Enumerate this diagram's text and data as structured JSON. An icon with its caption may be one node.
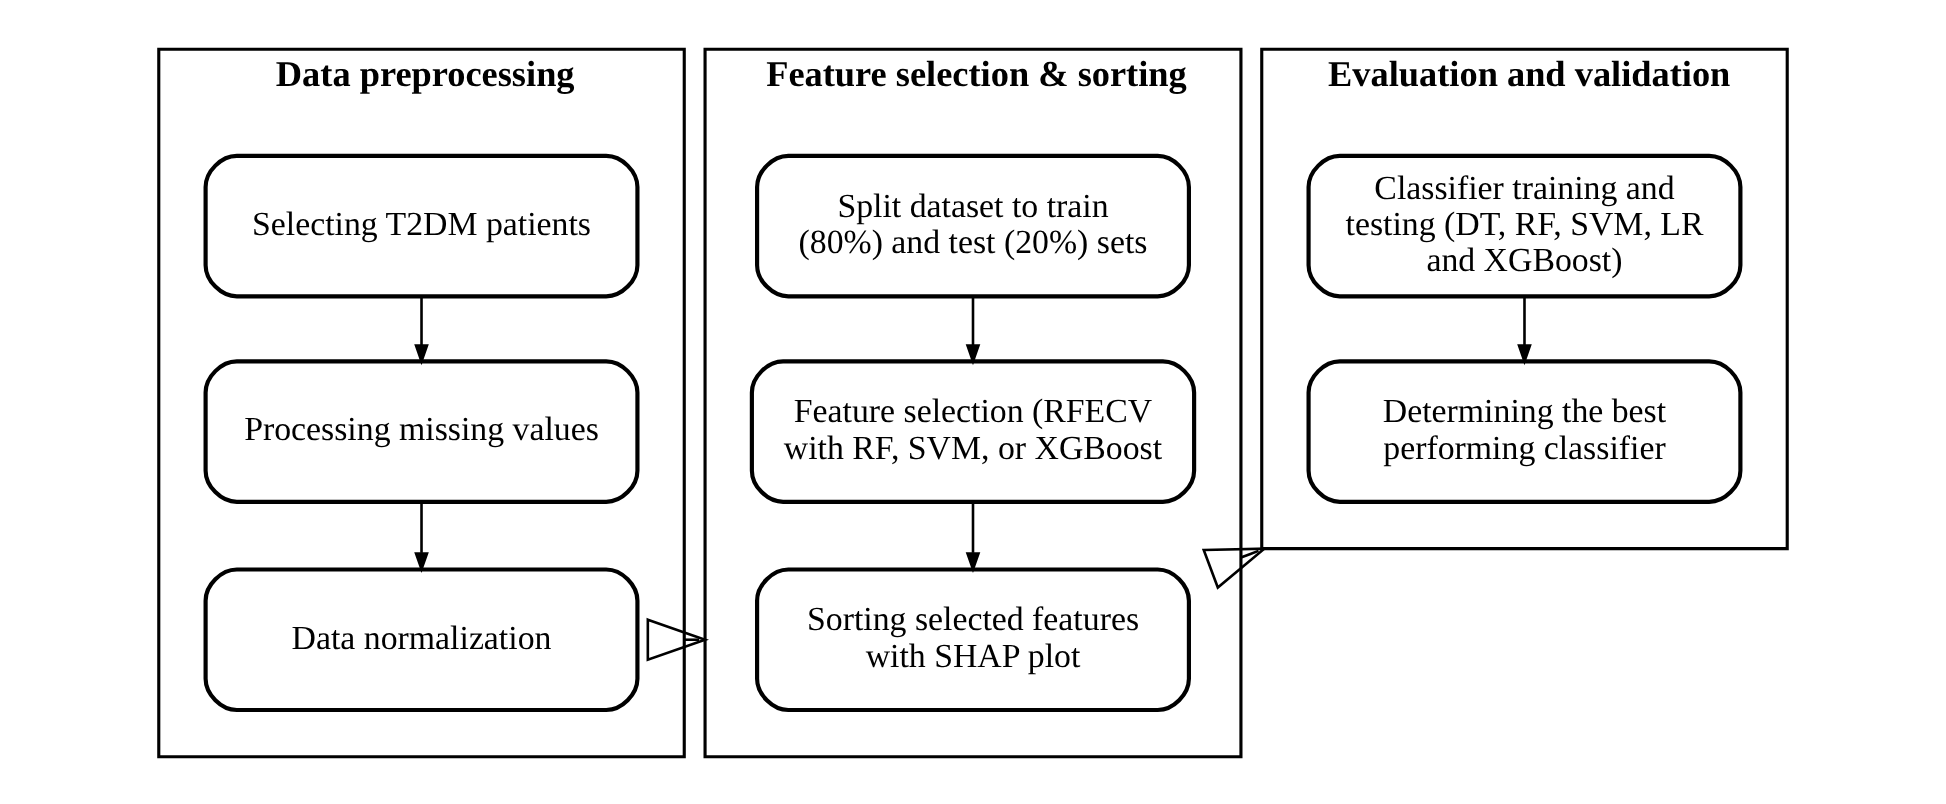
{
  "diagram": {
    "nodes": [
      {
        "text": [
          "Data preprocessing"
        ]
      },
      {
        "text": [
          "Selecting T2DM patients"
        ],
        "in": 0
      },
      {
        "text": [
          "Processing missing values"
        ],
        "in": 0
      },
      {
        "text": [
          "Data normalization"
        ],
        "in": 0
      },
      {
        "text": [
          "Feature selection & sorting"
        ]
      },
      {
        "text": [
          "Split dataset to train (80%) and test (20%) sets"
        ],
        "in": 4
      },
      {
        "text": [
          "Feature selection (RFECV with RF, SVM, or XGBoost"
        ],
        "in": 4
      },
      {
        "text": [
          "Sorting selected features with SHAP plot"
        ],
        "in": 4
      },
      {
        "text": [
          "Evaluation and validation"
        ]
      },
      {
        "text": [
          "Classifier training and testing (DT, RF, SVM, LR and XGBoost)"
        ],
        "in": 8
      },
      {
        "text": [
          "Determining the best performing classifier"
        ],
        "in": 8
      }
    ],
    "edges": [
      {
        "from": 1,
        "to": 2,
        "arrow": "to"
      },
      {
        "from": 2,
        "to": 3,
        "arrow": "to"
      },
      {
        "from": 0,
        "to": 4,
        "arrow": "to"
      },
      {
        "from": 5,
        "to": 6,
        "arrow": "to"
      },
      {
        "from": 6,
        "to": 7,
        "arrow": "to"
      },
      {
        "from": 4,
        "to": 8,
        "arrow": "to"
      },
      {
        "from": 9,
        "to": 10,
        "arrow": "to"
      }
    ]
  }
}
